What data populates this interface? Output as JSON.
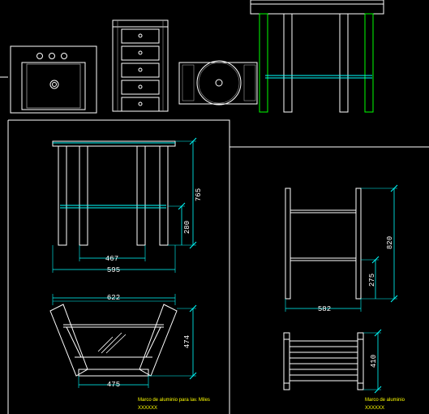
{
  "colors": {
    "background": "#000000",
    "line_white": "#ffffff",
    "line_cyan": "#00ffff",
    "line_yellow": "#ffff00",
    "line_green": "#00ff00",
    "line_gray": "#a0a0a0"
  },
  "dimensions": {
    "table_inner_width": "467",
    "table_total_width": "595",
    "table_total_height": "765",
    "table_shelf_height": "280",
    "basin_top_width": "622",
    "basin_bottom_width": "475",
    "basin_height": "474",
    "side_width": "582",
    "side_total_height": "820",
    "side_shelf_height": "275",
    "towel_rack_height": "410"
  },
  "captions": {
    "left": "Marco de aluminio para lav. Miles",
    "left_sub": "XXXXXX",
    "right": "Marco de aluminio",
    "right_sub": "XXXXXX"
  }
}
